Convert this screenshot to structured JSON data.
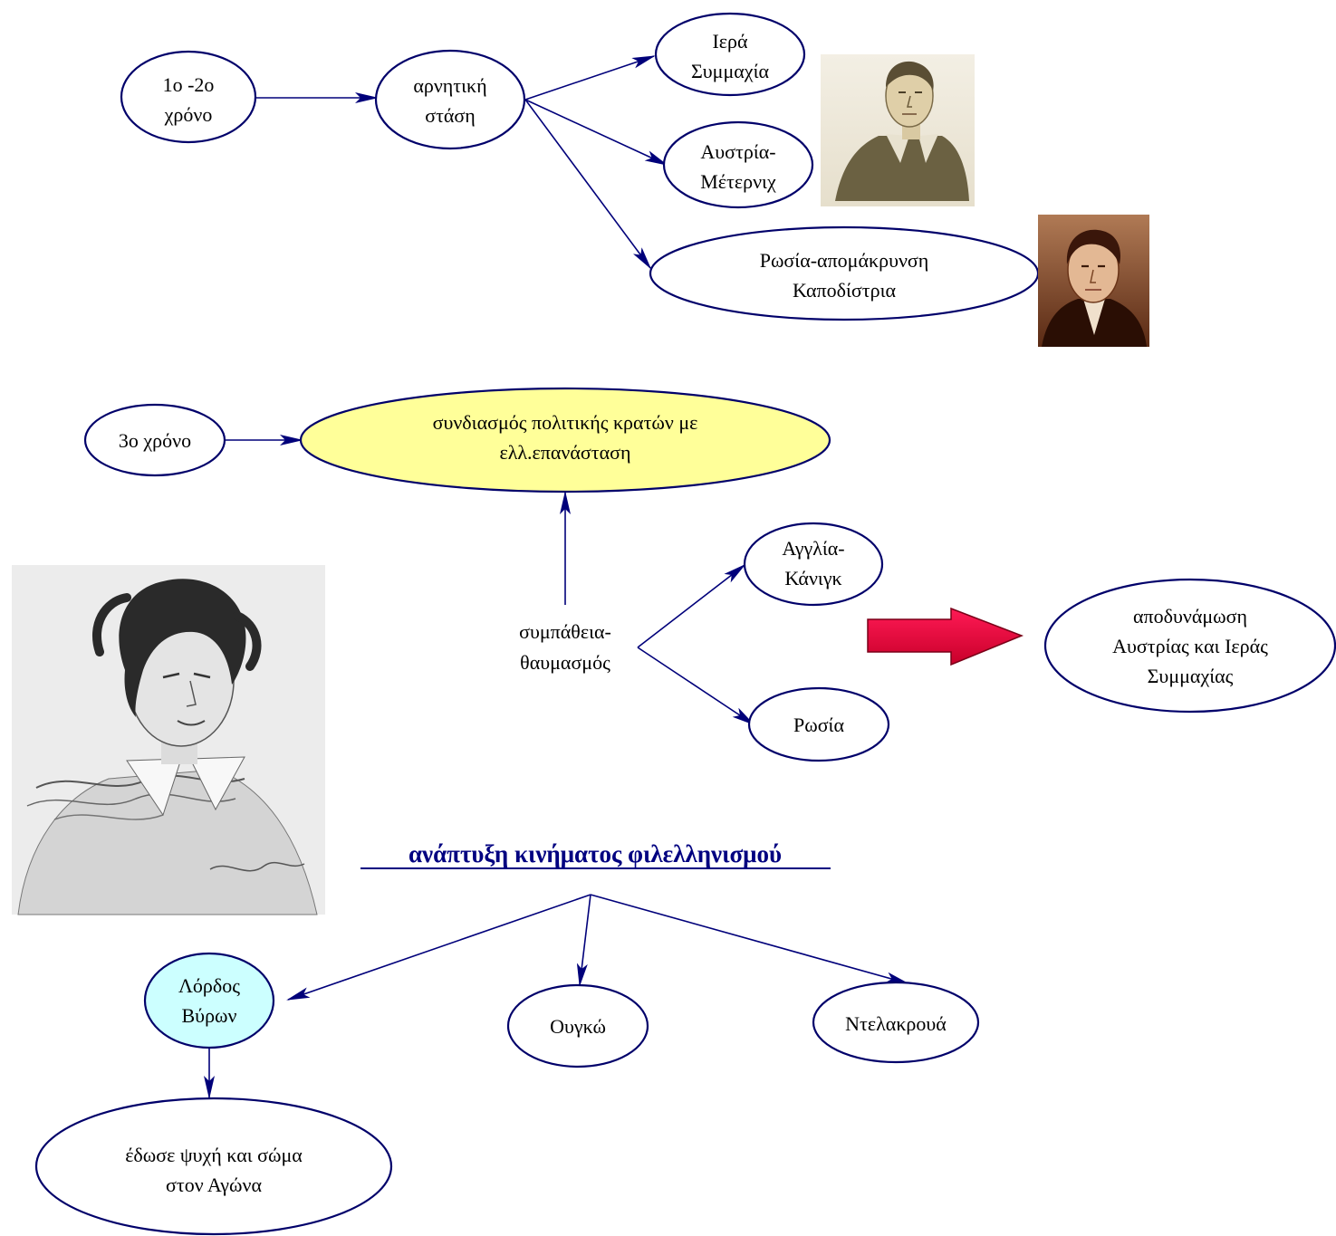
{
  "nodes": {
    "years12": [
      "1ο -2ο",
      "χρόνο"
    ],
    "negative": [
      "αρνητική",
      "στάση"
    ],
    "holy": [
      "Ιερά",
      "Συμμαχία"
    ],
    "austria": [
      "Αυστρία-",
      "Μέτερνιχ"
    ],
    "russia_kap": [
      "Ρωσία-απομάκρυνση",
      "Καποδίστρια"
    ],
    "year3": [
      "3ο χρόνο"
    ],
    "combo": [
      "συνδιασμός πολιτικής κρατών με",
      "ελλ.επανάσταση"
    ],
    "sympathy": [
      "συμπάθεια-",
      "θαυμασμός"
    ],
    "england": [
      "Αγγλία-",
      "Κάνιγκ"
    ],
    "russia": [
      "Ρωσία"
    ],
    "weaken": [
      "αποδυνάμωση",
      "Αυστρίας και Ιεράς",
      "Συμμαχίας"
    ],
    "byron": [
      "Λόρδος",
      "Βύρων"
    ],
    "hugo": [
      "Ουγκώ"
    ],
    "delacroix": [
      "Ντελακρουά"
    ],
    "gave": [
      "έδωσε ψυχή και σώμα",
      "στον Αγώνα"
    ]
  },
  "title": "ανάπτυξη κινήματος φιλελληνισμού",
  "colors": {
    "edge": "#00007a",
    "ellipse_stroke": "#00006a",
    "highlight_yellow": "#ffff99",
    "highlight_cyan": "#ccffff",
    "arrow_red": "#e8003c",
    "title_blue": "#000080"
  },
  "images": [
    "metternich-portrait",
    "kapodistrias-portrait",
    "byron-portrait"
  ]
}
